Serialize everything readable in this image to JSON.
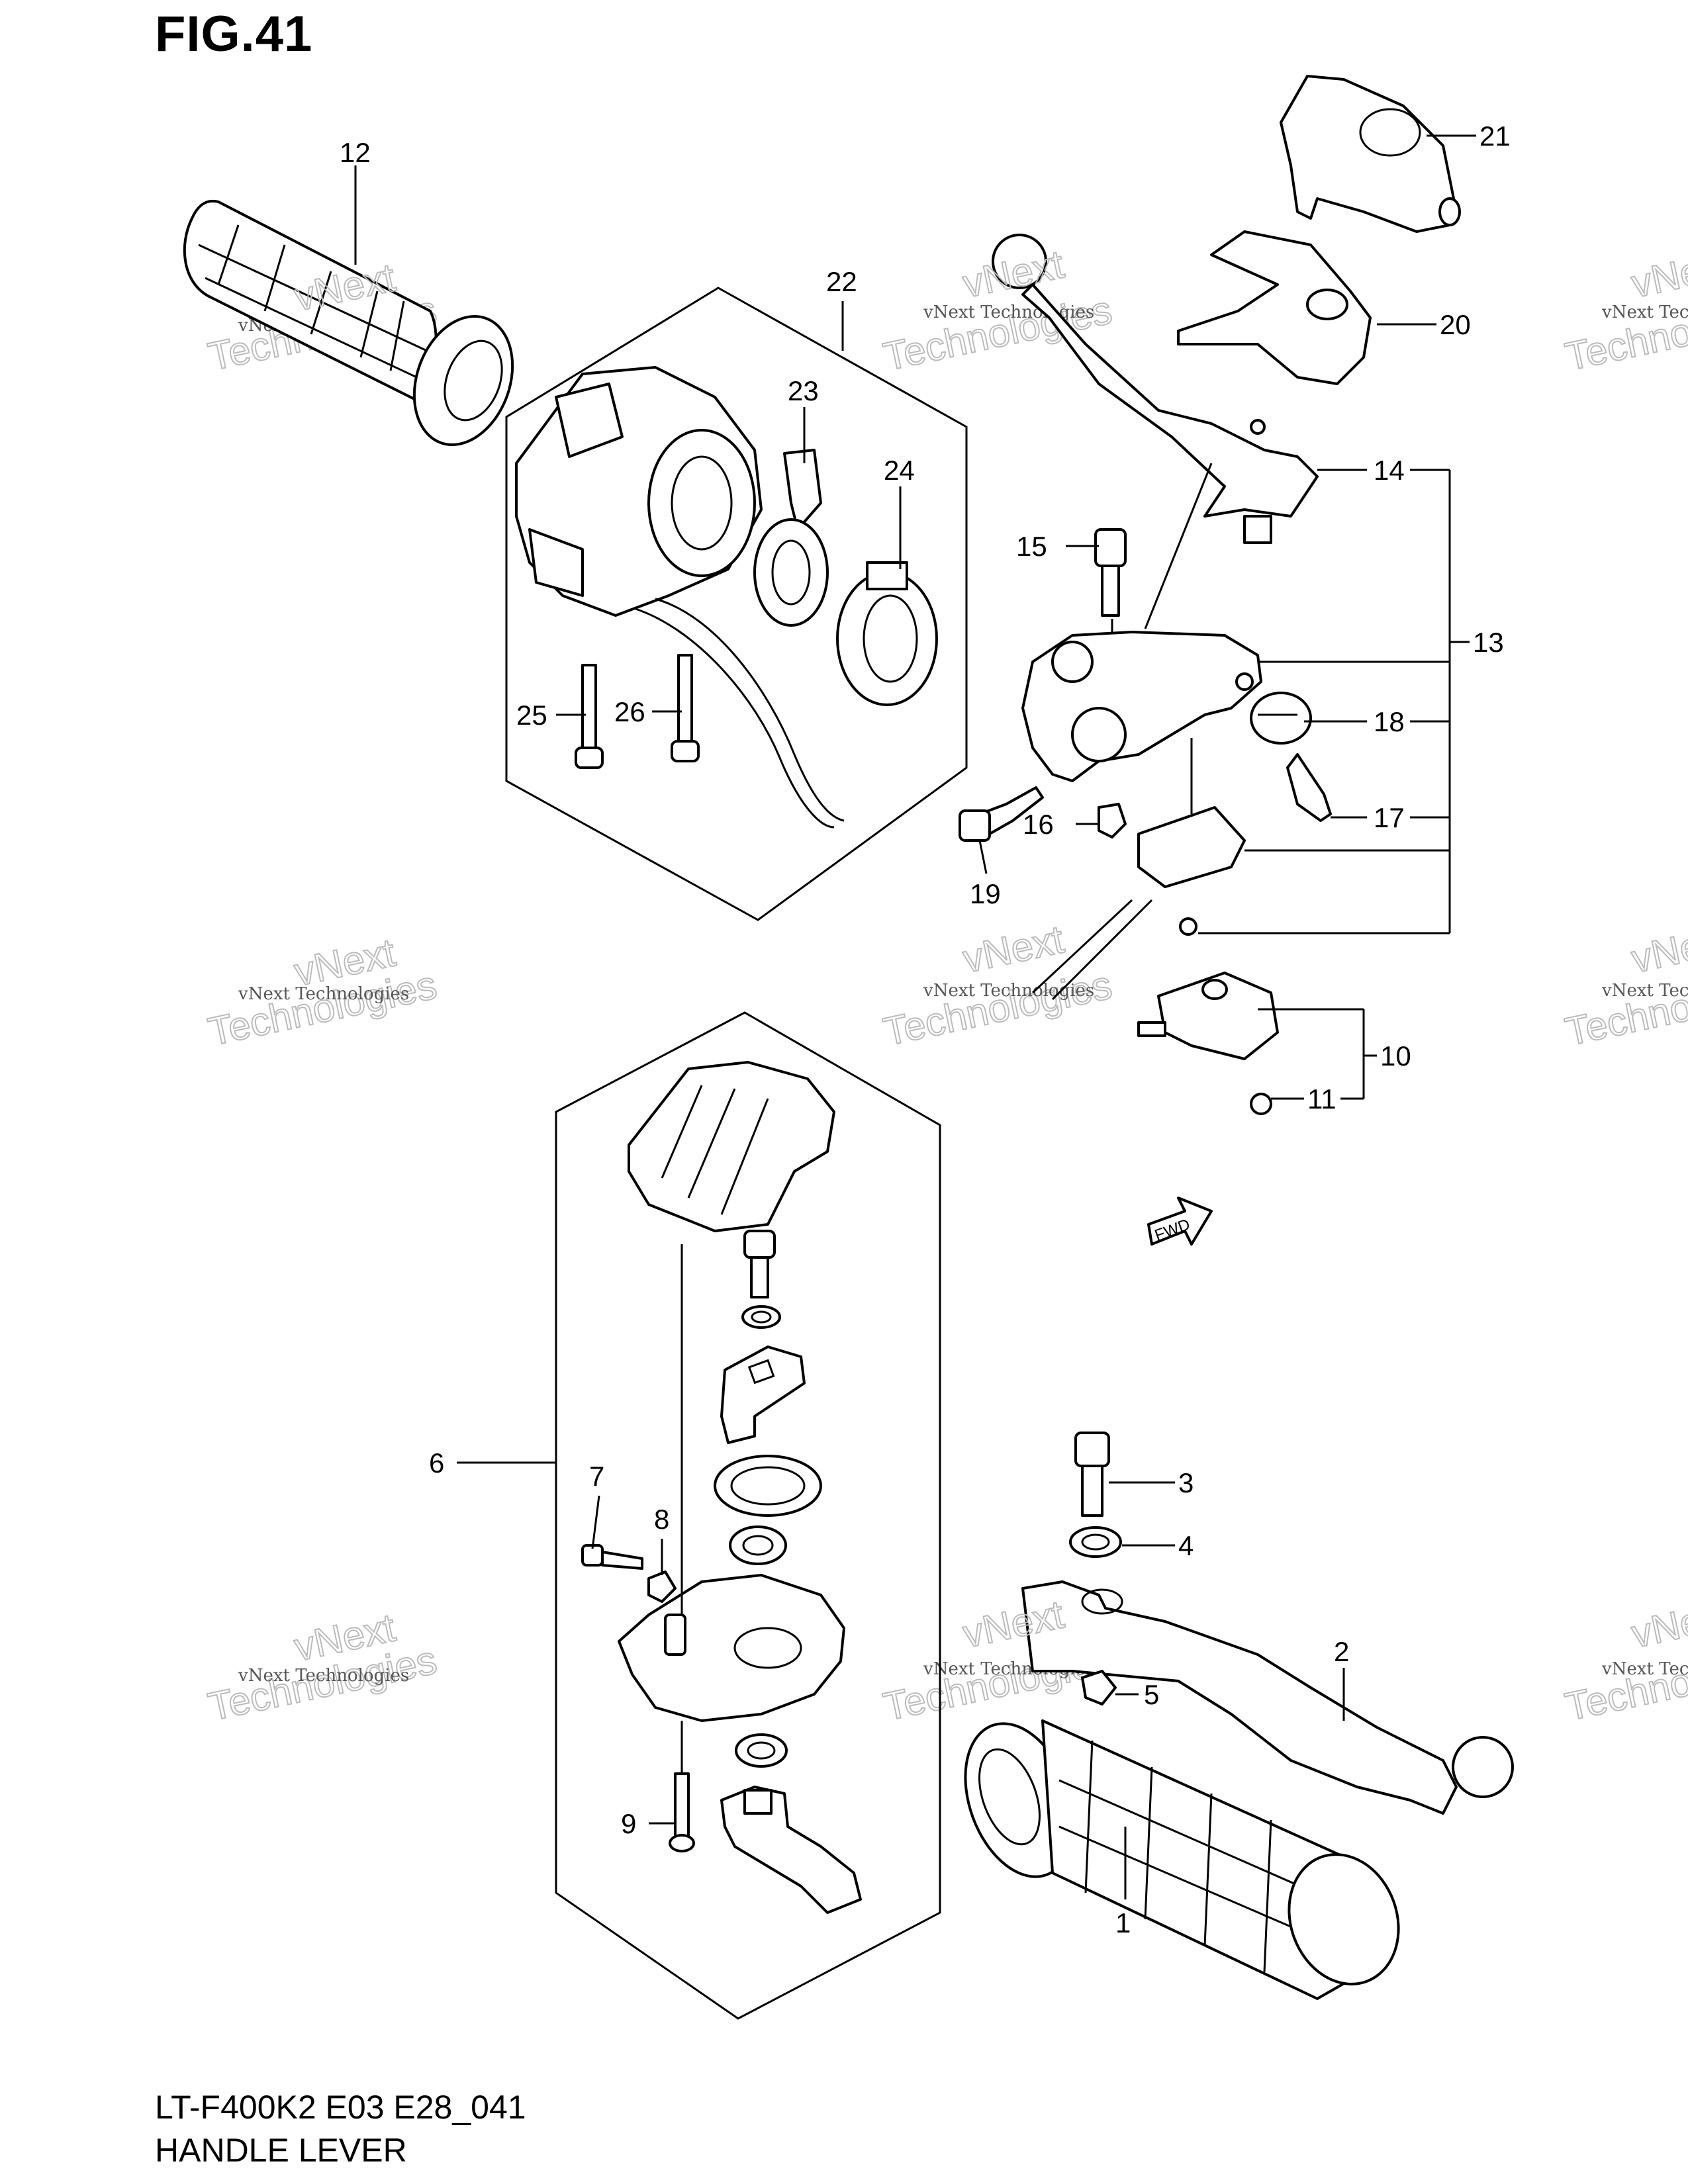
{
  "figure_title": "FIG.41",
  "footer": {
    "model_code": "LT-F400K2 E03 E28_041",
    "section_name": "HANDLE LEVER"
  },
  "watermark": {
    "line1": "vNext Technologies",
    "line2": "Technologies",
    "overlay": "vNext"
  },
  "fwd_label": "FWD",
  "callouts": {
    "c1": "1",
    "c2": "2",
    "c3": "3",
    "c4": "4",
    "c5": "5",
    "c6": "6",
    "c7": "7",
    "c8": "8",
    "c9": "9",
    "c10": "10",
    "c11": "11",
    "c12": "12",
    "c13": "13",
    "c14": "14",
    "c15": "15",
    "c16": "16",
    "c17": "17",
    "c18": "18",
    "c19": "19",
    "c20": "20",
    "c21": "21",
    "c22": "22",
    "c23": "23",
    "c24": "24",
    "c25": "25",
    "c26": "26"
  }
}
